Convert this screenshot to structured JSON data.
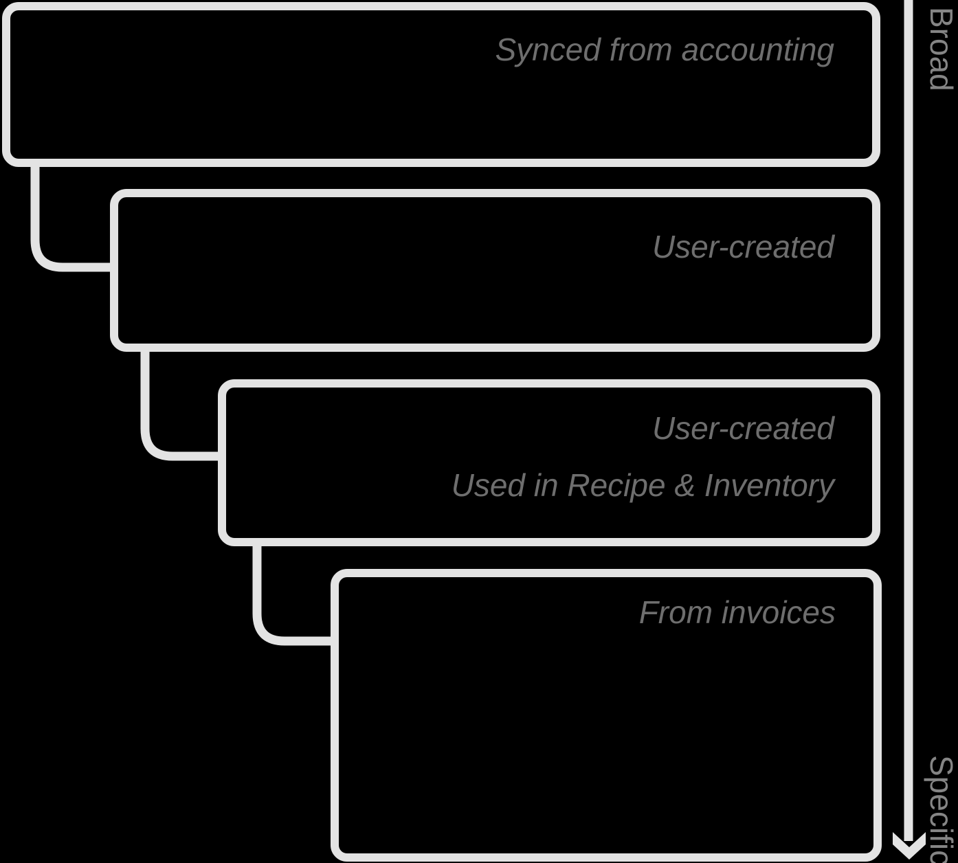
{
  "diagram": {
    "boxes": [
      {
        "level": 1,
        "annotation_lines": [
          "Synced from accounting"
        ]
      },
      {
        "level": 2,
        "annotation_lines": [
          "User-created"
        ]
      },
      {
        "level": 3,
        "annotation_lines": [
          "User-created",
          "Used in Recipe & Inventory"
        ]
      },
      {
        "level": 4,
        "annotation_lines": [
          "From invoices"
        ]
      }
    ],
    "axis": {
      "top_label": "Broad",
      "bottom_label": "Specific",
      "direction": "down"
    }
  },
  "colors": {
    "background": "#000000",
    "outline": "#e3e3e3",
    "box-text": "#6e6e6e",
    "axis-text": "#858585"
  }
}
